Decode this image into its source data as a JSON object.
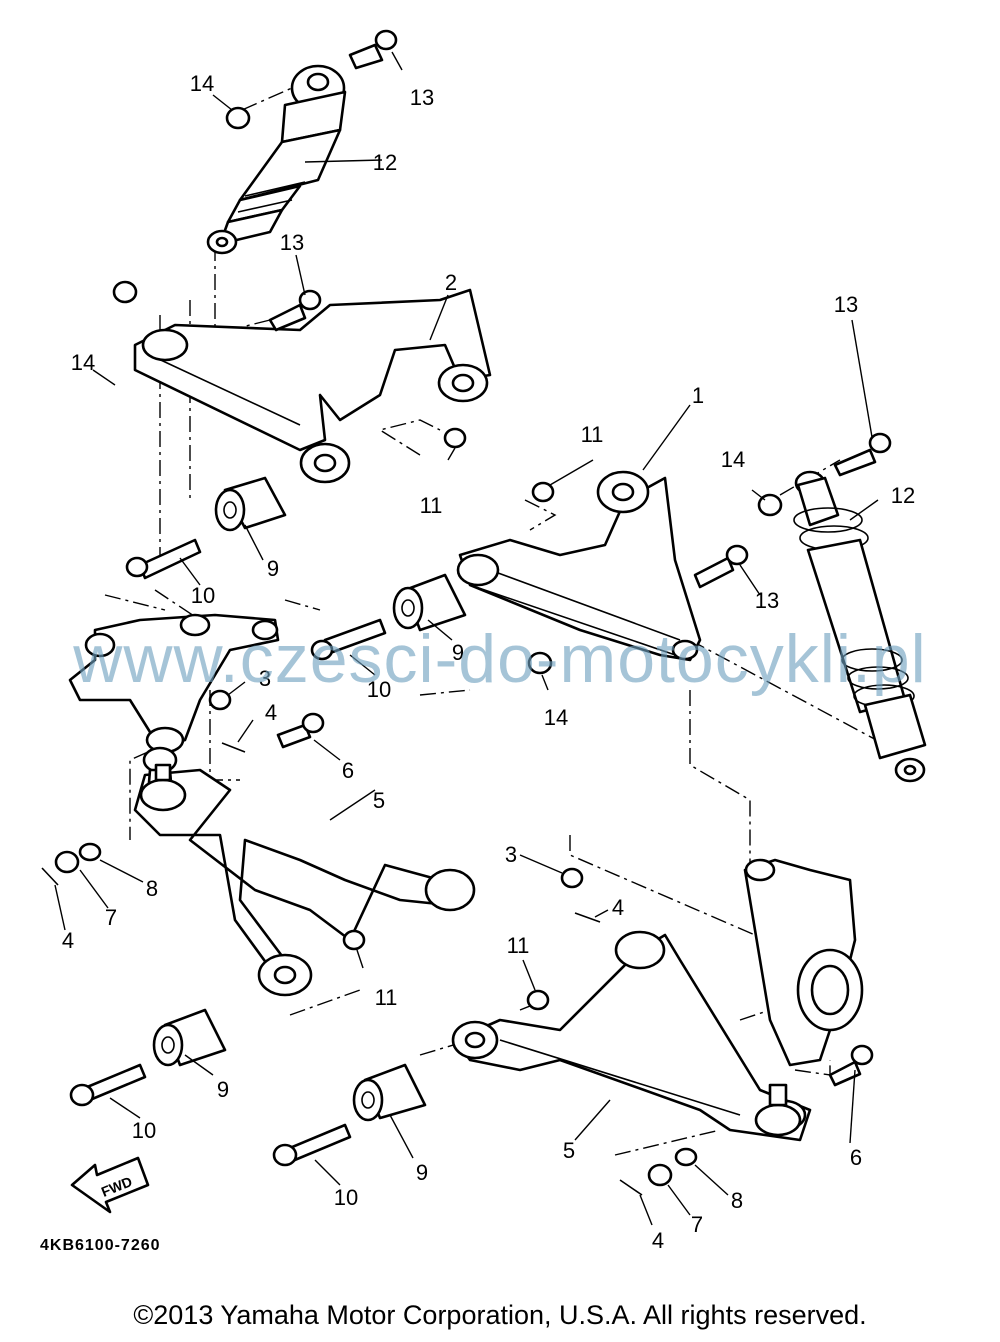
{
  "diagram": {
    "drawing_code": "4KB6100-7260",
    "forward_arrow_label": "FWD",
    "callouts": {
      "c1": "1",
      "c2": "2",
      "c3a": "3",
      "c3b": "3",
      "c4a": "4",
      "c4b": "4",
      "c4c": "4",
      "c4d": "4",
      "c5a": "5",
      "c5b": "5",
      "c6a": "6",
      "c6b": "6",
      "c7a": "7",
      "c7b": "7",
      "c8a": "8",
      "c8b": "8",
      "c9a": "9",
      "c9b": "9",
      "c9c": "9",
      "c9d": "9",
      "c10a": "10",
      "c10b": "10",
      "c10c": "10",
      "c10d": "10",
      "c11a": "11",
      "c11b": "11",
      "c11c": "11",
      "c11d": "11",
      "c12a": "12",
      "c12b": "12",
      "c13a": "13",
      "c13b": "13",
      "c13c": "13",
      "c13d": "13",
      "c14a": "14",
      "c14b": "14",
      "c14c": "14",
      "c14d": "14"
    }
  },
  "watermark": "www.czesci-do-motocykli.pl",
  "copyright": "©2013 Yamaha Motor Corporation, U.S.A. All rights reserved."
}
